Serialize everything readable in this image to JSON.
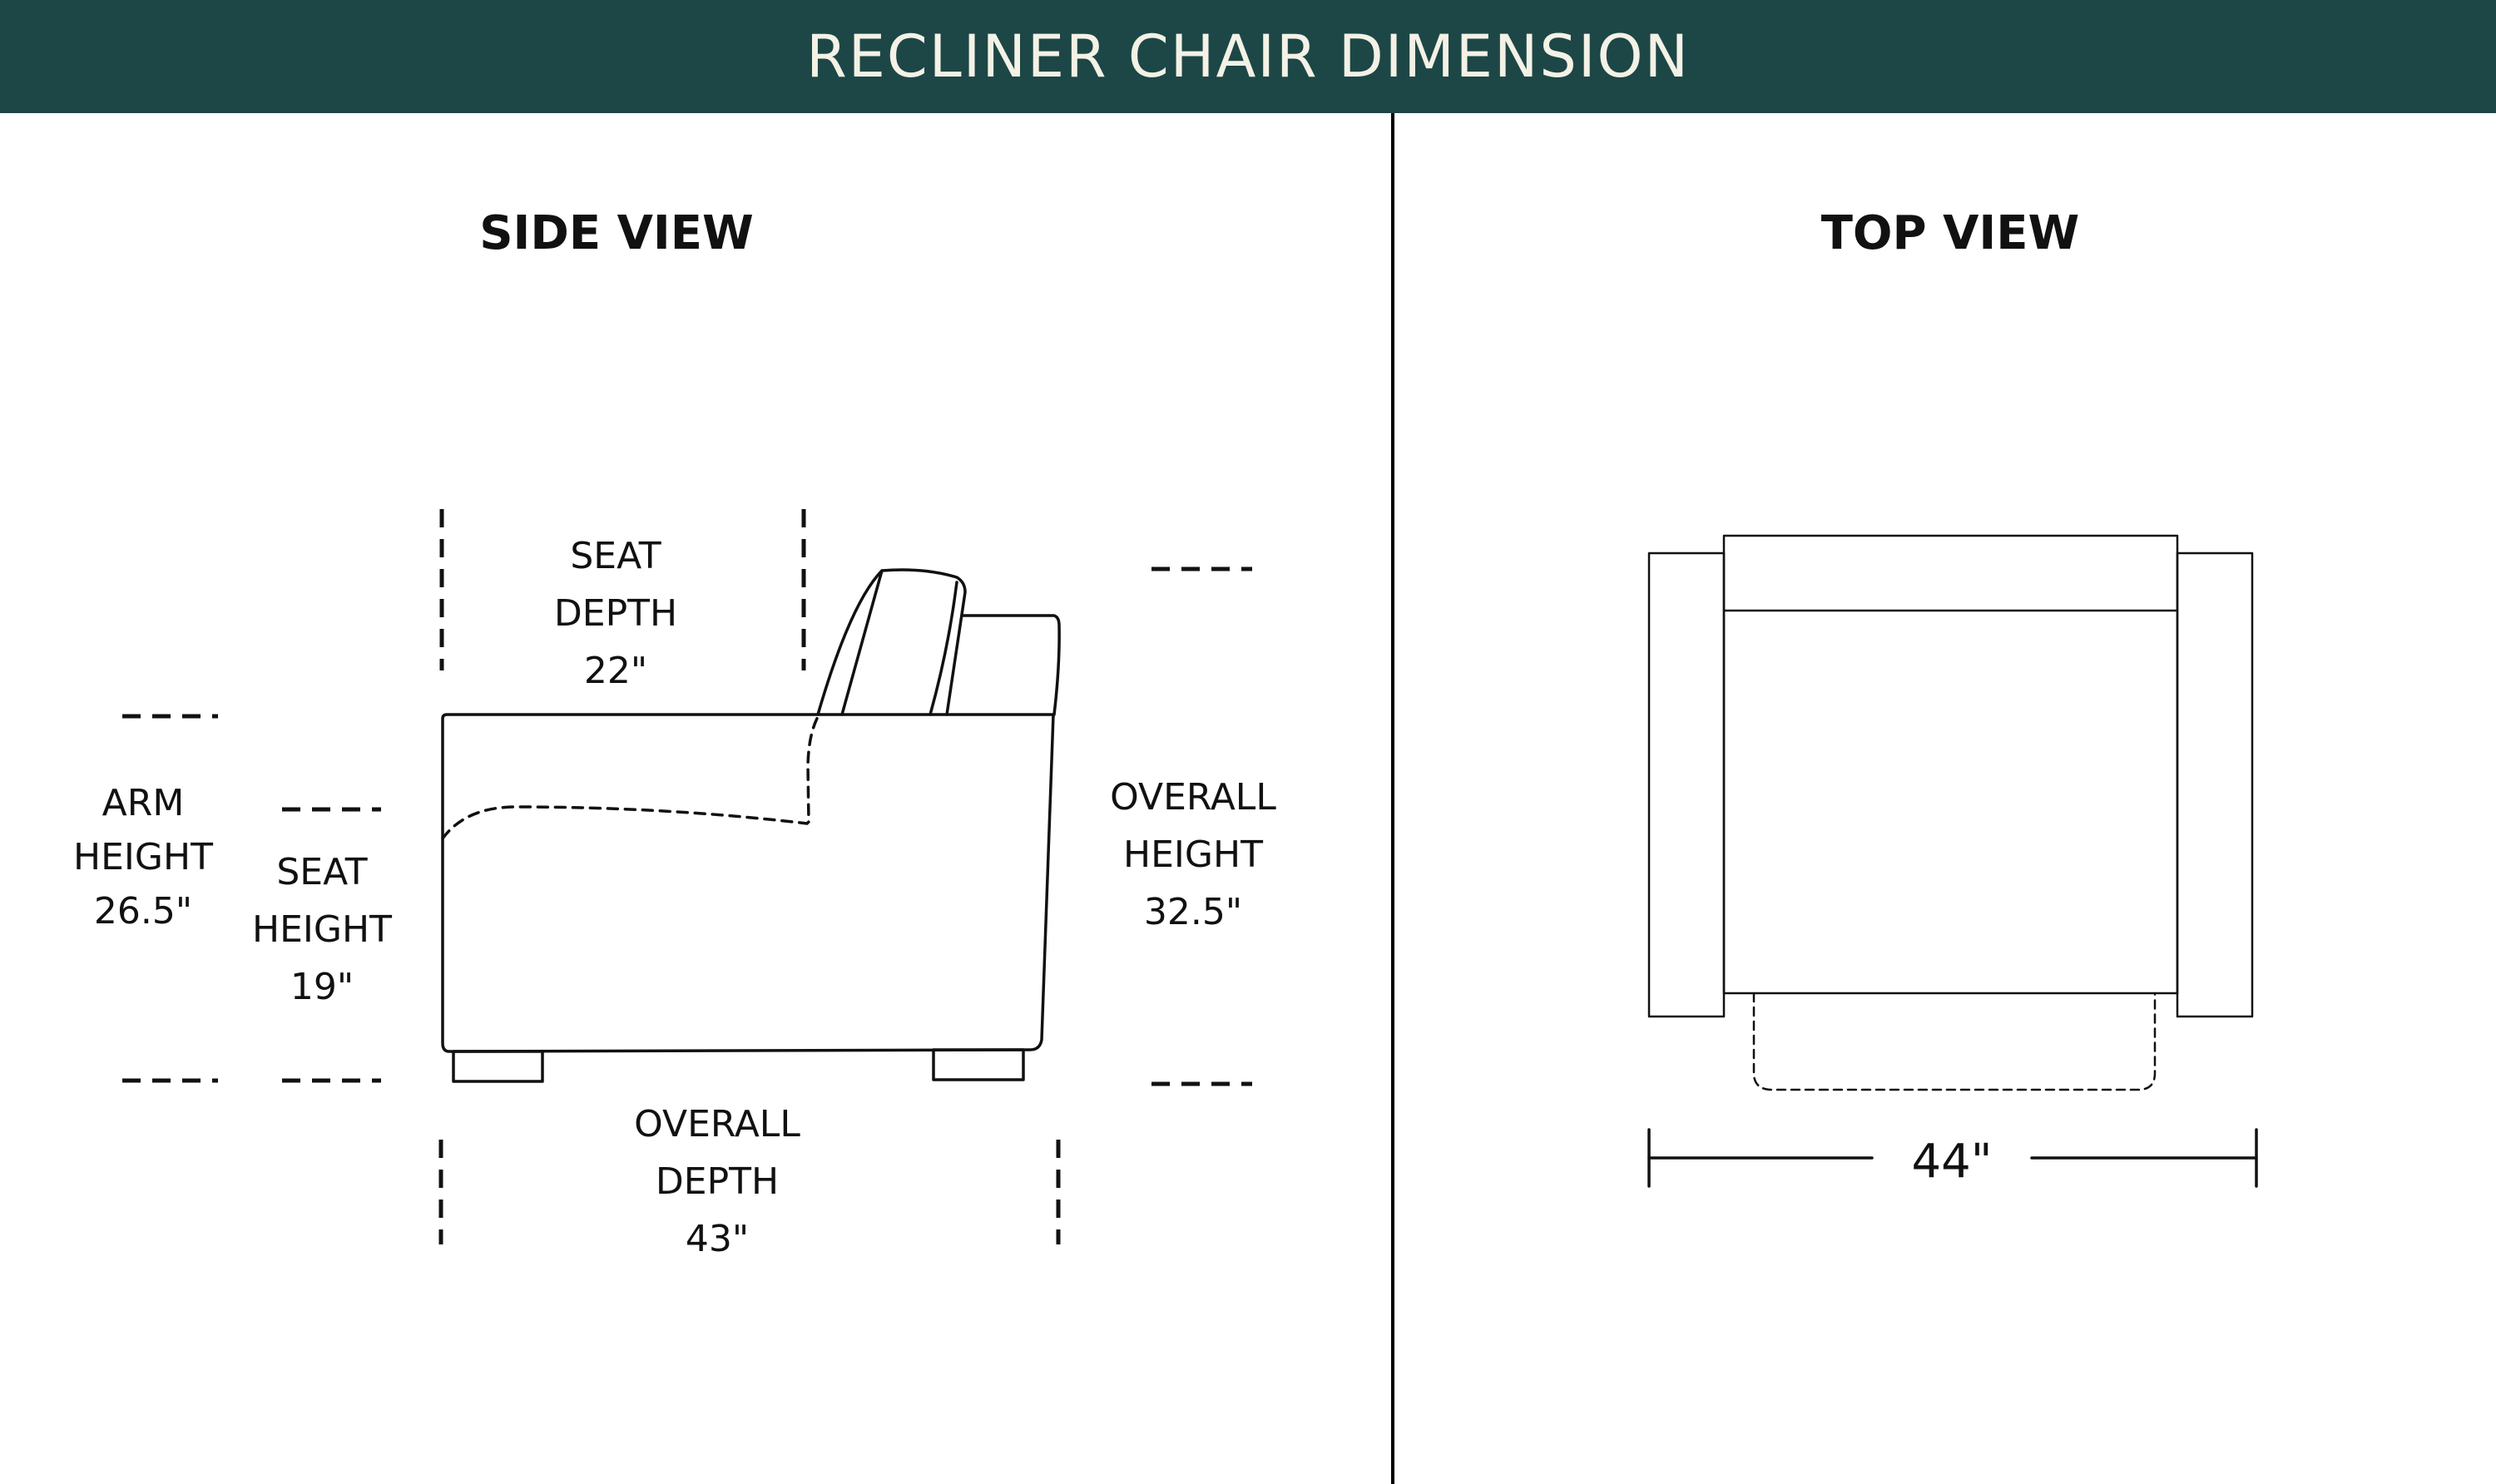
{
  "header": {
    "title": "RECLINER CHAIR DIMENSION",
    "background": "#1c4746",
    "text_color": "#f4f1e6"
  },
  "side_view": {
    "title": "SIDE VIEW",
    "seat_depth": {
      "line1": "SEAT",
      "line2": "DEPTH",
      "value": "22\""
    },
    "arm_height": {
      "line1": "ARM",
      "line2": "HEIGHT",
      "value": "26.5\""
    },
    "seat_height": {
      "line1": "SEAT",
      "line2": "HEIGHT",
      "value": "19\""
    },
    "overall_height": {
      "line1": "OVERALL",
      "line2": "HEIGHT",
      "value": "32.5\""
    },
    "overall_depth": {
      "line1": "OVERALL",
      "line2": "DEPTH",
      "value": "43\""
    }
  },
  "top_view": {
    "title": "TOP VIEW",
    "width_value": "44\""
  }
}
